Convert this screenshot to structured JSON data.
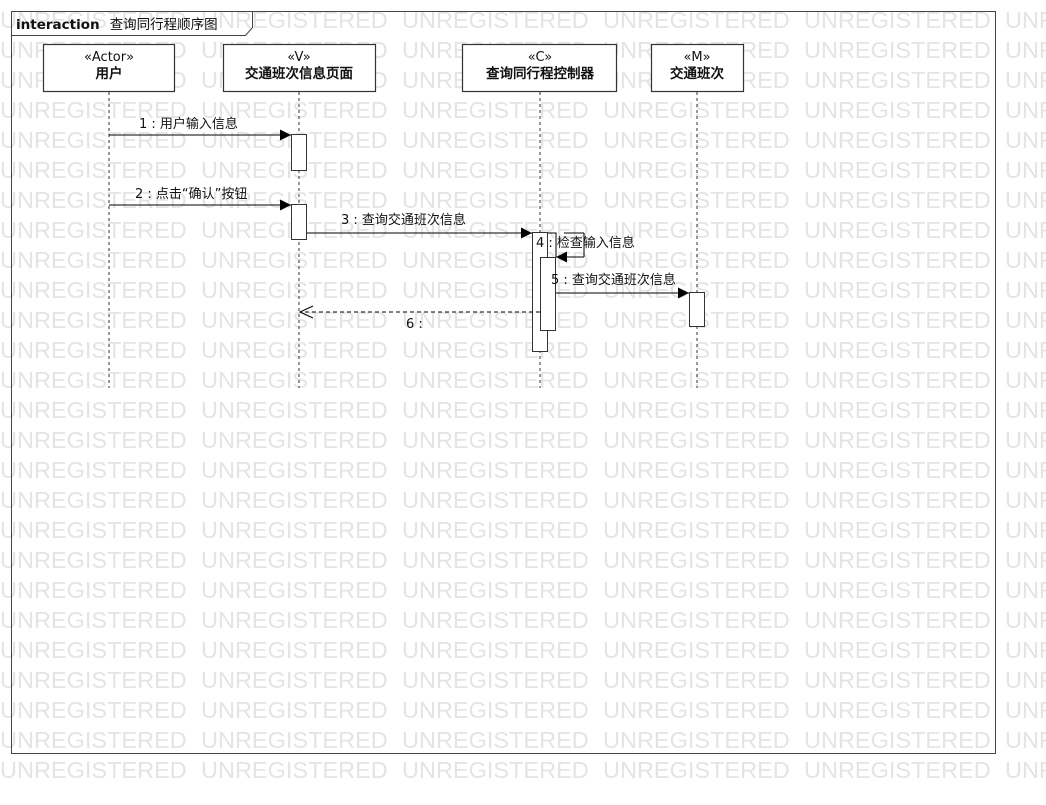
{
  "watermark": "UNREGISTERED",
  "frame": {
    "keyword": "interaction",
    "name": "查询同行程顺序图"
  },
  "lifelines": [
    {
      "id": "user",
      "stereotype": "«Actor»",
      "name": "用户"
    },
    {
      "id": "view",
      "stereotype": "«V»",
      "name": "交通班次信息页面"
    },
    {
      "id": "controller",
      "stereotype": "«C»",
      "name": "查询同行程控制器"
    },
    {
      "id": "model",
      "stereotype": "«M»",
      "name": "交通班次"
    }
  ],
  "messages": [
    {
      "num": "1",
      "label": "1 : 用户输入信息",
      "from": "user",
      "to": "view",
      "kind": "sync"
    },
    {
      "num": "2",
      "label": "2 : 点击“确认”按钮",
      "from": "user",
      "to": "view",
      "kind": "sync"
    },
    {
      "num": "3",
      "label": "3 : 查询交通班次信息",
      "from": "view",
      "to": "controller",
      "kind": "sync"
    },
    {
      "num": "4",
      "label": "4 : 检查输入信息",
      "from": "controller",
      "to": "controller",
      "kind": "self"
    },
    {
      "num": "5",
      "label": "5 : 查询交通班次信息",
      "from": "controller",
      "to": "model",
      "kind": "sync"
    },
    {
      "num": "6",
      "label": "6 :",
      "from": "controller",
      "to": "view",
      "kind": "reply"
    }
  ]
}
